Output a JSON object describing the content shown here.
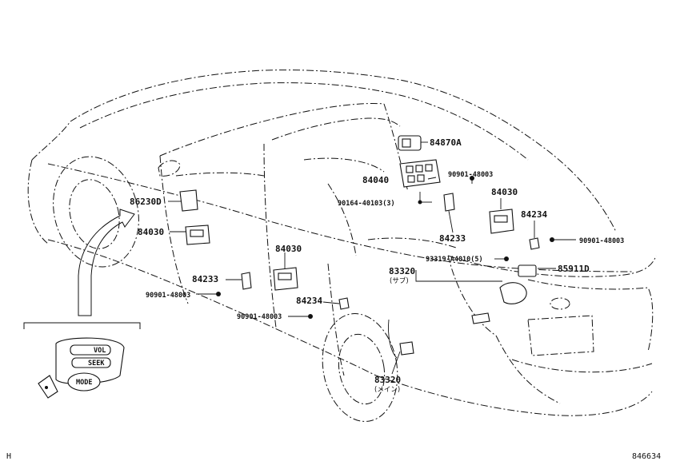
{
  "diagram": {
    "callouts": [
      {
        "id": "c1",
        "text": "84870A"
      },
      {
        "id": "c2",
        "text": "84040"
      },
      {
        "id": "c3",
        "text": "90901-48003"
      },
      {
        "id": "c4",
        "text": "90164-40103(3)"
      },
      {
        "id": "c5",
        "text": "84030"
      },
      {
        "id": "c6",
        "text": "86230D"
      },
      {
        "id": "c7",
        "text": "84234"
      },
      {
        "id": "c8",
        "text": "84030"
      },
      {
        "id": "c9",
        "text": "84233"
      },
      {
        "id": "c10",
        "text": "90901-48003"
      },
      {
        "id": "c11",
        "text": "84030"
      },
      {
        "id": "c12",
        "text": "93319-A4010(5)"
      },
      {
        "id": "c13",
        "text": "85911D"
      },
      {
        "id": "c14",
        "text": "83320"
      },
      {
        "id": "c15",
        "text": "(サブ)"
      },
      {
        "id": "c16",
        "text": "84233"
      },
      {
        "id": "c17",
        "text": "90901-48003"
      },
      {
        "id": "c18",
        "text": "84234"
      },
      {
        "id": "c19",
        "text": "90901-48003"
      },
      {
        "id": "c20",
        "text": "83320"
      },
      {
        "id": "c21",
        "text": "(メイン)"
      }
    ],
    "switch_labels": {
      "vol": "VOL",
      "seek": "SEEK",
      "mode": "MODE"
    },
    "corner_left": "H",
    "corner_right": "846634"
  }
}
